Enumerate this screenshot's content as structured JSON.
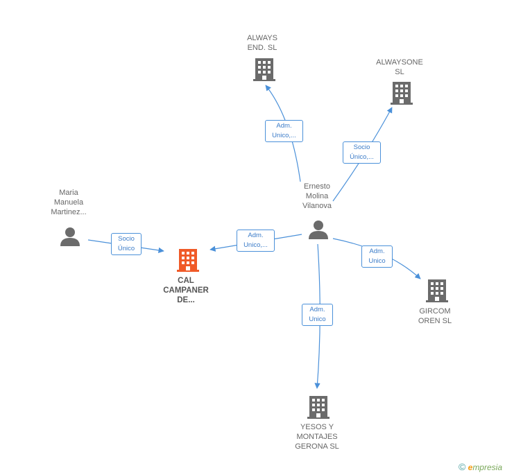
{
  "nodes": {
    "always_end": {
      "lines": [
        "ALWAYS",
        "END.  SL"
      ]
    },
    "alwaysone": {
      "lines": [
        "ALWAYSONE",
        "SL"
      ]
    },
    "ernesto": {
      "lines": [
        "Ernesto",
        "Molina",
        "Vilanova"
      ]
    },
    "maria": {
      "lines": [
        "Maria",
        "Manuela",
        "Martinez..."
      ]
    },
    "cal_campaner": {
      "lines": [
        "CAL",
        "CAMPANER",
        "DE..."
      ]
    },
    "gircom": {
      "lines": [
        "GIRCOM",
        "OREN SL"
      ]
    },
    "yesos": {
      "lines": [
        "YESOS Y",
        "MONTAJES",
        "GERONA SL"
      ]
    }
  },
  "edges": {
    "ernesto_always_end": {
      "lines": [
        "Adm.",
        "Unico,..."
      ]
    },
    "ernesto_alwaysone": {
      "lines": [
        "Socio",
        "Único,..."
      ]
    },
    "ernesto_cal": {
      "lines": [
        "Adm.",
        "Unico,..."
      ]
    },
    "maria_cal": {
      "lines": [
        "Socio",
        "Único"
      ]
    },
    "ernesto_gircom": {
      "lines": [
        "Adm.",
        "Unico"
      ]
    },
    "ernesto_yesos": {
      "lines": [
        "Adm.",
        "Unico"
      ]
    }
  },
  "colors": {
    "edge": "#4a90d9",
    "building": "#6b6b6b",
    "highlight": "#f05a28",
    "person": "#6b6b6b"
  },
  "icons": {
    "company": "building-icon",
    "person": "person-icon"
  },
  "brand": {
    "copyright": "©",
    "e": "e",
    "rest": "mpresia"
  }
}
